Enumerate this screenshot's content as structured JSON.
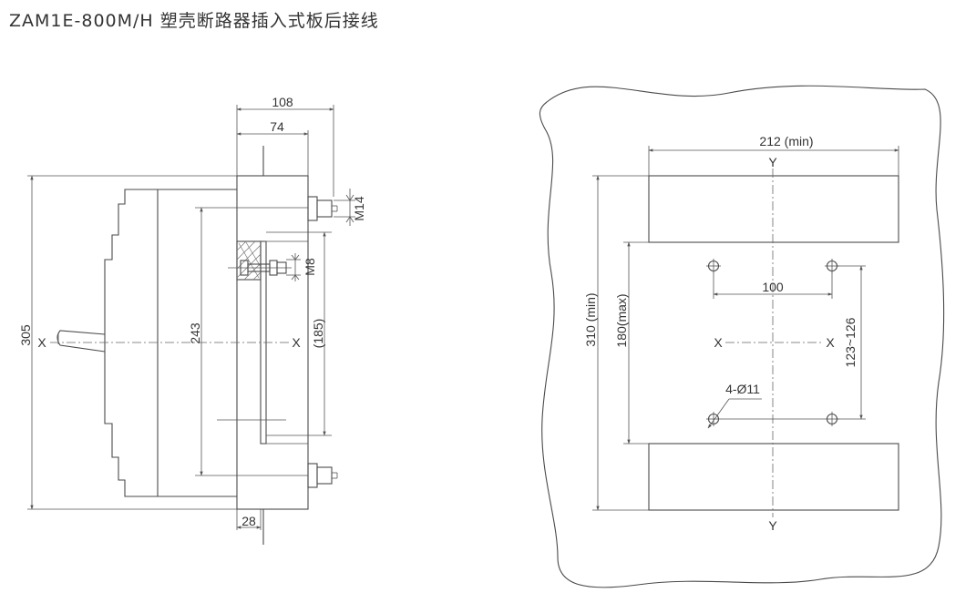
{
  "title": "ZAM1E-800M/H 塑壳断路器插入式板后接线",
  "side_view": {
    "dim_108": "108",
    "dim_74": "74",
    "dim_M14": "M14",
    "dim_M8": "M8",
    "dim_305": "305",
    "dim_243": "243",
    "dim_185": "(185)",
    "dim_28": "28",
    "axis_x_left": "X",
    "axis_x_right": "X"
  },
  "panel_cutout": {
    "dim_212": "212 (min)",
    "dim_310": "310 (min)",
    "dim_180": "180(max)",
    "dim_100": "100",
    "dim_123_126": "123~126",
    "holes_label": "4-Ø11",
    "axis_y_top": "Y",
    "axis_y_bottom": "Y",
    "axis_x_left": "X",
    "axis_x_right": "X"
  },
  "colors": {
    "line": "#4a4a4a",
    "text": "#333333"
  }
}
